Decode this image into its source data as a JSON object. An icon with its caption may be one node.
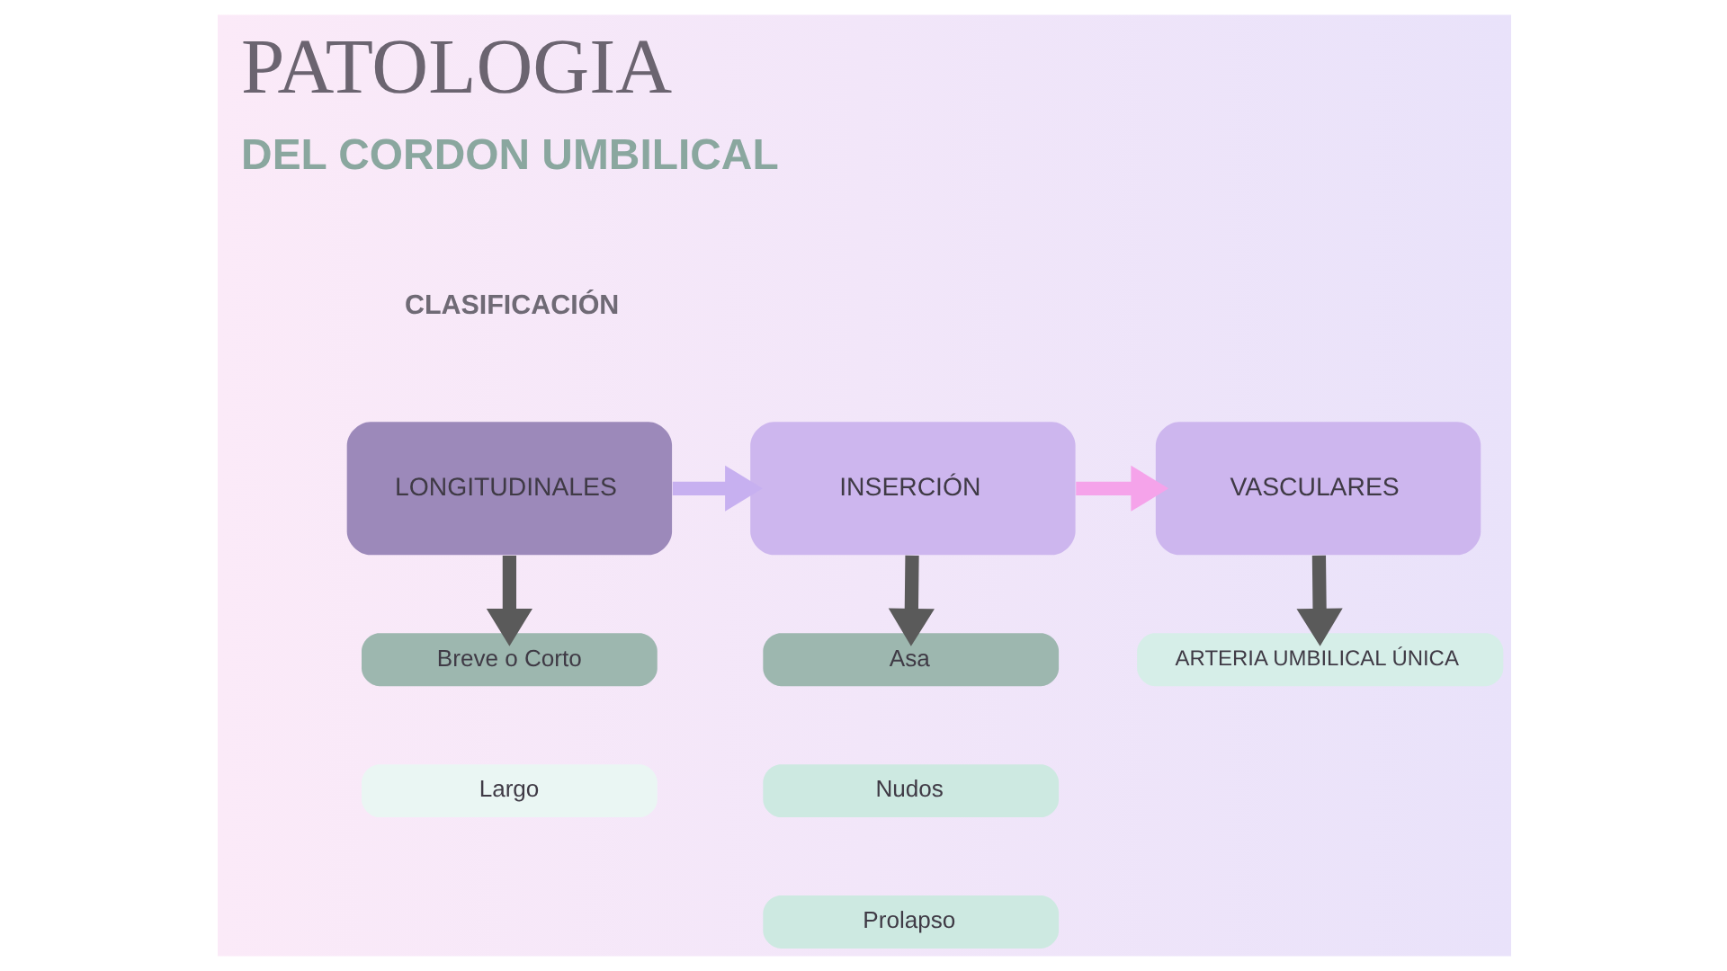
{
  "diagram": {
    "title": "PATOLOGIA",
    "nodes": [
      {
        "text": [
          "LONGITUDINALES"
        ]
      },
      {
        "text": [
          "INSERCIÓN"
        ]
      },
      {
        "text": [
          "VASCULARES"
        ]
      },
      {
        "text": [
          "Breve o Corto"
        ]
      },
      {
        "text": [
          "Largo"
        ]
      },
      {
        "text": [
          "Asa"
        ]
      },
      {
        "text": [
          "Nudos"
        ]
      },
      {
        "text": [
          "Prolapso"
        ]
      },
      {
        "text": [
          "ARTERIA UMBILICAL ÚNICA"
        ]
      }
    ],
    "edges": [
      {
        "from": 0,
        "to": 1,
        "arrow": "to",
        "color": "#c7b0f0"
      },
      {
        "from": 1,
        "to": 2,
        "arrow": "to",
        "color": "#f5a3ea"
      },
      {
        "from": 0,
        "to": 3,
        "arrow": "to"
      },
      {
        "from": 1,
        "to": 5,
        "arrow": "to"
      },
      {
        "from": 2,
        "to": 8,
        "arrow": "to"
      }
    ],
    "labels": [
      "DEL CORDON UMBILICAL",
      "CLASIFICACIÓN"
    ]
  }
}
